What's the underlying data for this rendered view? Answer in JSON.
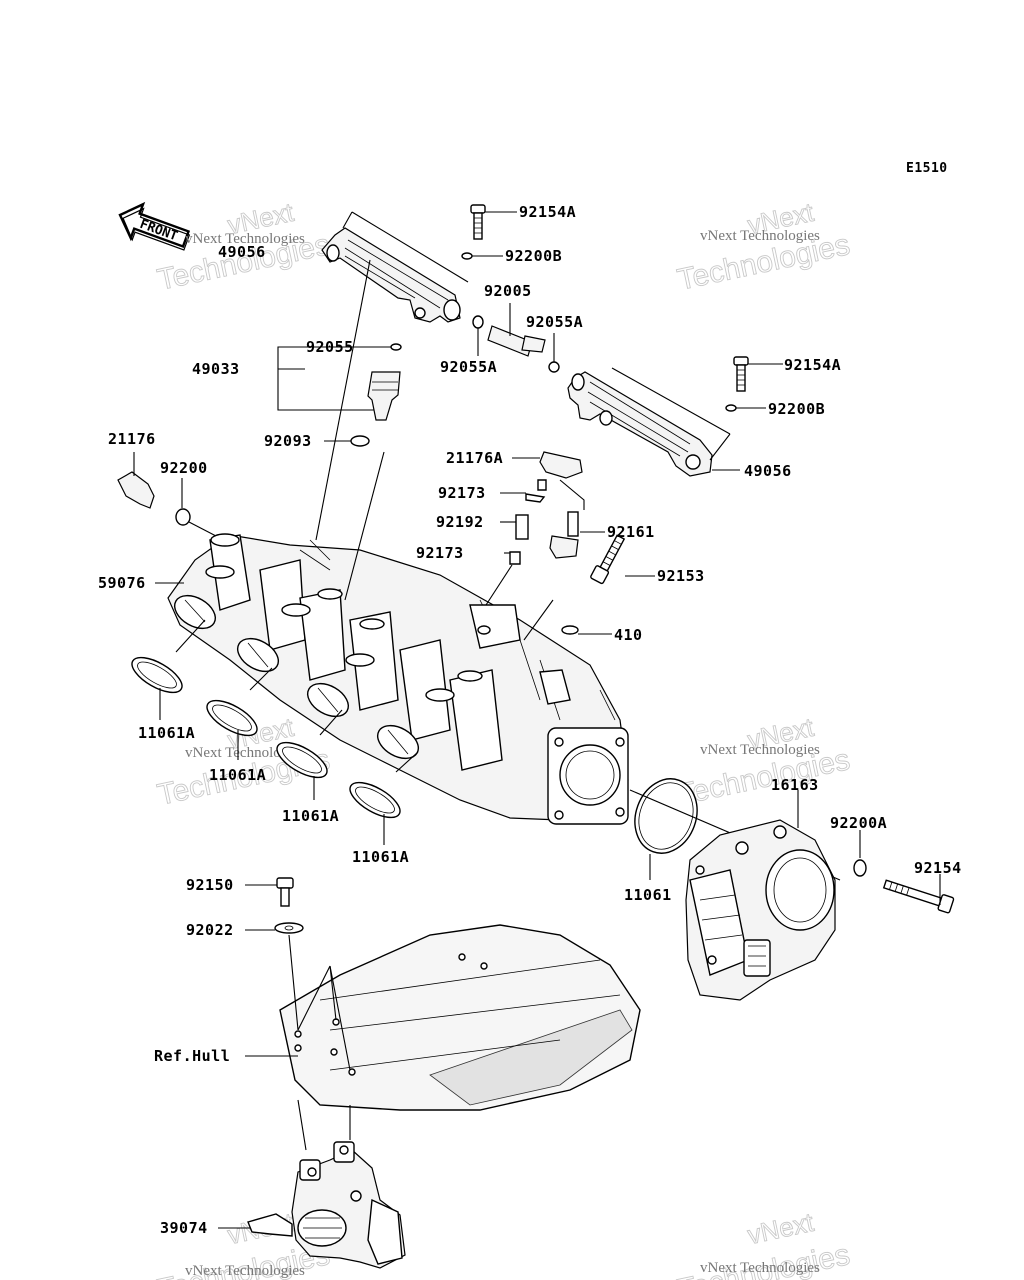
{
  "diagram_code": "E1510",
  "front_arrow_label": "FRONT",
  "watermarks": [
    {
      "line1": "vNext",
      "line2": "Technologies",
      "caption": "vNext Technologies"
    },
    {
      "line1": "vNext",
      "line2": "Technologies",
      "caption": "vNext Technologies"
    },
    {
      "line1": "vNext",
      "line2": "Technologies",
      "caption": "vNext Technologies"
    },
    {
      "line1": "vNext",
      "line2": "Technologies",
      "caption": "vNext Technologies"
    },
    {
      "line1": "vNext",
      "line2": "Technologies",
      "caption": "vNext Technologies"
    },
    {
      "line1": "vNext",
      "line2": "Technologies",
      "caption": "vNext Technologies"
    }
  ],
  "labels": {
    "p92154A_top": "92154A",
    "p92200B_top": "92200B",
    "p49056_left": "49056",
    "p92005": "92005",
    "p92055A_right": "92055A",
    "p92055A_left": "92055A",
    "p92055": "92055",
    "p49033": "49033",
    "p92093": "92093",
    "p92154A_right": "92154A",
    "p92200B_right": "92200B",
    "p49056_right": "49056",
    "p21176": "21176",
    "p92200": "92200",
    "p21176A": "21176A",
    "p92173_top": "92173",
    "p92192": "92192",
    "p92161": "92161",
    "p92173_bottom": "92173",
    "p92153": "92153",
    "p59076": "59076",
    "p410": "410",
    "p11061A_1": "11061A",
    "p11061A_2": "11061A",
    "p11061A_3": "11061A",
    "p11061A_4": "11061A",
    "p16163": "16163",
    "p92200A": "92200A",
    "p92154": "92154",
    "p11061": "11061",
    "p92150": "92150",
    "p92022": "92022",
    "pRefHull": "Ref.Hull",
    "p39074": "39074"
  }
}
